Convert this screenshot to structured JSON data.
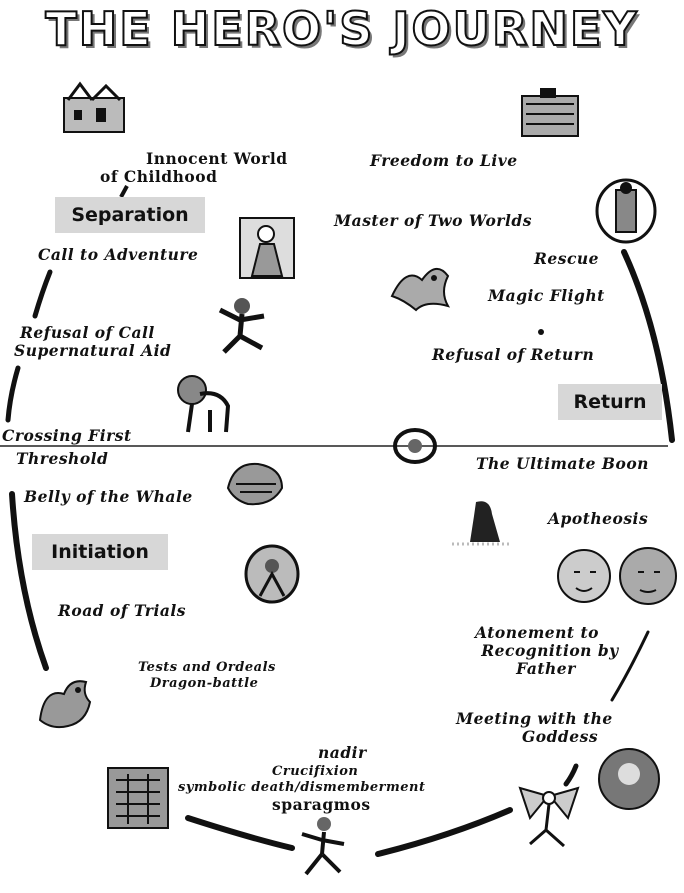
{
  "title": "THE HERO'S JOURNEY",
  "stages": {
    "separation": "Separation",
    "return": "Return",
    "initiation": "Initiation"
  },
  "labels": {
    "innocent_world": "Innocent World",
    "of_childhood": "of Childhood",
    "call_to_adventure": "Call to Adventure",
    "refusal_of_call": "Refusal of Call",
    "supernatural_aid": "Supernatural Aid",
    "crossing_first": "Crossing First",
    "threshold": "Threshold",
    "belly_of_whale": "Belly of the Whale",
    "road_of_trials": "Road of Trials",
    "tests_and_ordeals": "Tests and Ordeals",
    "dragon_battle": "Dragon-battle",
    "nadir": "nadir",
    "crucifixion": "Crucifixion",
    "symbolic_death": "symbolic death/dismemberment",
    "sparagmos": "sparagmos",
    "freedom_to_live": "Freedom to Live",
    "master_two_worlds": "Master of Two Worlds",
    "rescue": "Rescue",
    "magic_flight": "Magic Flight",
    "refusal_of_return": "Refusal of Return",
    "ultimate_boon": "The Ultimate Boon",
    "apotheosis": "Apotheosis",
    "atonement_1": "Atonement to",
    "atonement_2": "Recognition by",
    "atonement_3": "Father",
    "meeting_1": "Meeting with the",
    "meeting_2": "Goddess"
  },
  "illustrations": [
    "village-icon",
    "city-icon",
    "knight-icon",
    "wizard-icon",
    "dragon-icon",
    "dancer-icon",
    "lion-icon",
    "ring-icon",
    "whale-icon",
    "hooded-figure-icon",
    "faces-icon",
    "goddess-medallion-icon",
    "sea-monster-icon",
    "ruins-icon",
    "sacrifice-icon",
    "winged-goddess-icon",
    "goddess-portrait-icon"
  ],
  "colors": {
    "ink": "#111111",
    "stage_box": "#d7d7d7"
  }
}
